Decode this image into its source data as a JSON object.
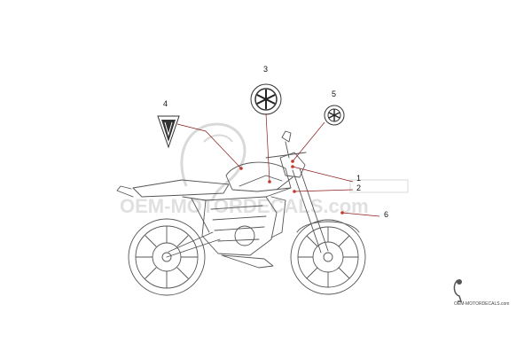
{
  "diagram": {
    "callouts": [
      {
        "id": "1",
        "label": "1"
      },
      {
        "id": "2",
        "label": "2"
      },
      {
        "id": "3",
        "label": "3"
      },
      {
        "id": "4",
        "label": "4"
      },
      {
        "id": "5",
        "label": "5"
      },
      {
        "id": "6",
        "label": "6"
      }
    ],
    "watermark": {
      "text": "OEM-MOTORDECALS.com",
      "footer_text": "OEM-MOTORDECALS.com"
    },
    "colors": {
      "line": "#555555",
      "leader": "#8b1a1a",
      "point": "#c0392b",
      "watermark": "#c8c8c8"
    }
  }
}
